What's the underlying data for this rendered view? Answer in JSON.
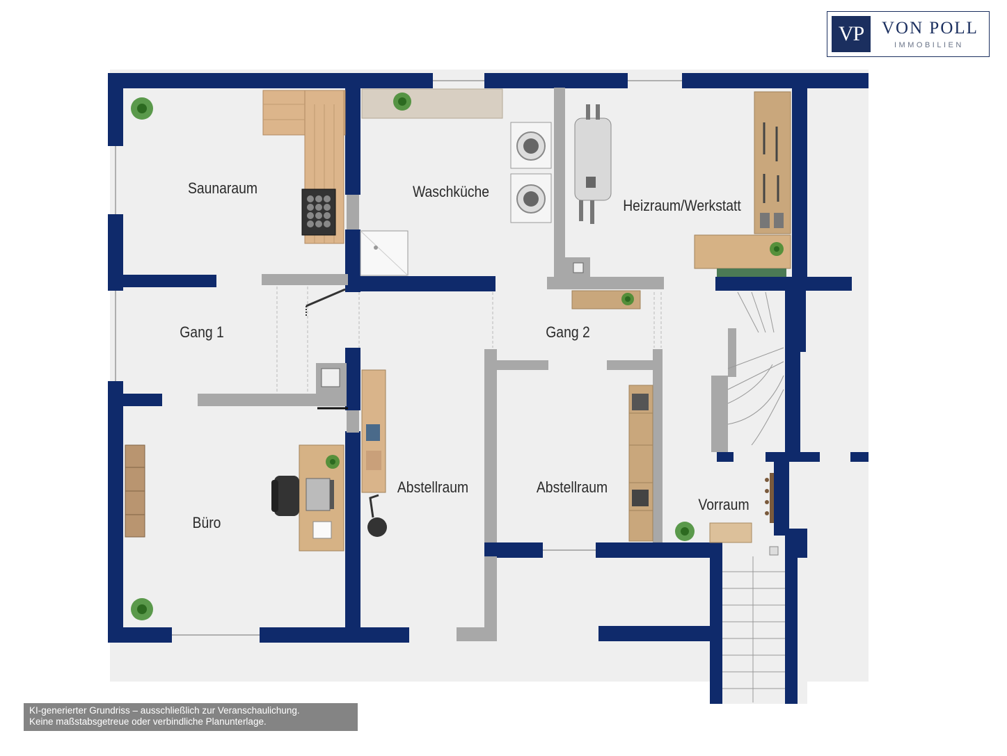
{
  "logo": {
    "mark": "VP",
    "name": "VON POLL",
    "subtitle": "IMMOBILIEN"
  },
  "rooms": {
    "saunaraum": "Saunaraum",
    "waschkueche": "Waschküche",
    "heizraum": "Heizraum/Werkstatt",
    "gang1": "Gang 1",
    "gang2": "Gang 2",
    "buero": "Büro",
    "abstellraum1": "Abstellraum",
    "abstellraum2": "Abstellraum",
    "vorraum": "Vorraum"
  },
  "disclaimer": {
    "line1": "KI-generierter Grundriss – ausschließlich zur Veranschaulichung.",
    "line2": "Keine maßstabsgetreue oder verbindliche Planunterlage."
  },
  "colors": {
    "wall": "#0f2a6b",
    "inner_wall": "#a8a8a8",
    "floor": "#efefef",
    "wood": "#d9b48a",
    "plant": "#3f8a2e"
  }
}
